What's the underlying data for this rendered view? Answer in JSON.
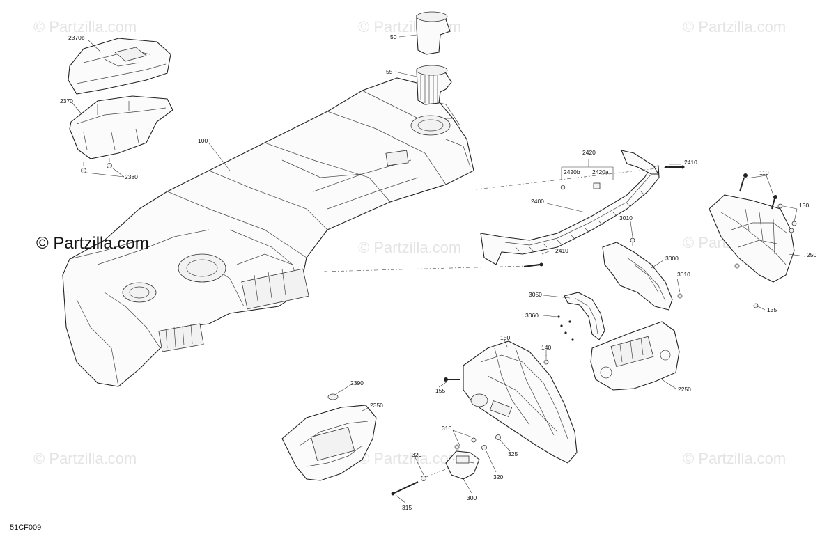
{
  "watermarks": {
    "small": "© Partzilla.com",
    "main": "© Partzilla.com"
  },
  "diagram_code": "51CF009",
  "callouts": {
    "p50": "50",
    "p55": "55",
    "p2370b": "2370b",
    "p2370": "2370",
    "p2380": "2380",
    "p100": "100",
    "p2420": "2420",
    "p2420b": "2420b",
    "p2420a": "2420a",
    "p2410a": "2410",
    "p2410b": "2410",
    "p2400": "2400",
    "p110": "110",
    "p130": "130",
    "p250": "250",
    "p135": "135",
    "p3010a": "3010",
    "p3010b": "3010",
    "p3000": "3000",
    "p3050": "3050",
    "p3060": "3060",
    "p150": "150",
    "p140": "140",
    "p155": "155",
    "p2250": "2250",
    "p2390": "2390",
    "p2350": "2350",
    "p310": "310",
    "p320a": "320",
    "p320b": "320",
    "p325": "325",
    "p300": "300",
    "p315": "315"
  }
}
